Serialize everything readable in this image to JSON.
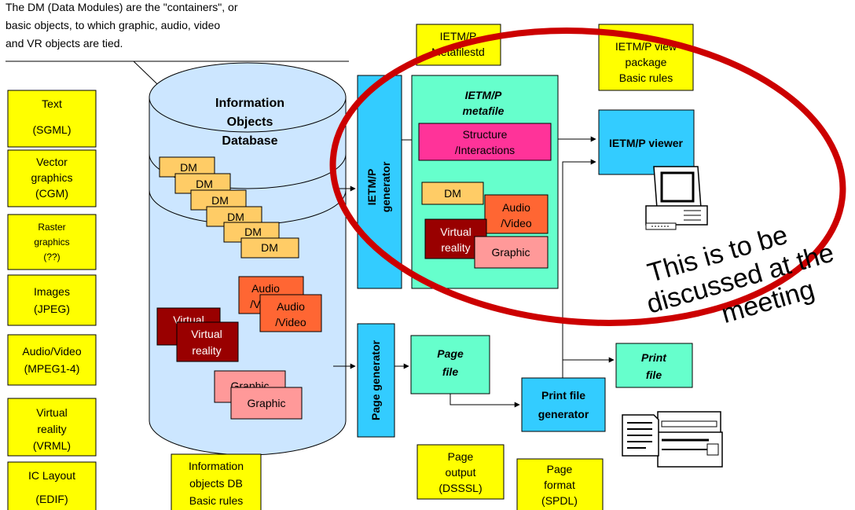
{
  "intro_note": {
    "lines": [
      "The DM (Data Modules) are the \"containers\", or",
      "basic objects, to which graphic, audio, video",
      "and VR objects are tied."
    ]
  },
  "source_boxes": [
    {
      "lines": [
        "Text",
        "(SGML)"
      ]
    },
    {
      "lines": [
        "Vector",
        "graphics",
        "(CGM)"
      ]
    },
    {
      "lines": [
        "Raster",
        "graphics",
        "(??)"
      ]
    },
    {
      "lines": [
        "Images",
        "(JPEG)"
      ]
    },
    {
      "lines": [
        "Audio/Video",
        "(MPEG1-4)"
      ]
    },
    {
      "lines": [
        "Virtual",
        "reality",
        "(VRML)"
      ]
    },
    {
      "lines": [
        "IC Layout",
        "(EDIF)"
      ]
    }
  ],
  "database": {
    "title": [
      "Information",
      "Objects",
      "Database"
    ],
    "dm_label": "DM",
    "audio_video": [
      "Audio",
      "/Video"
    ],
    "virtual_reality": [
      "Virtual",
      "reality"
    ],
    "graphic": "Graphic",
    "rules": [
      "Information",
      "objects DB",
      "Basic rules"
    ]
  },
  "ietm": {
    "metafilestd": [
      "IETM/P",
      "Metafilestd"
    ],
    "view_package": [
      "IETM/P view",
      "package",
      "Basic rules"
    ],
    "generator": [
      "IETM/P",
      "generator"
    ],
    "metafile_title": [
      "IETM/P",
      "metafile"
    ],
    "structure": [
      "Structure",
      "/Interactions"
    ],
    "dm": "DM",
    "audio_video": [
      "Audio",
      "/Video"
    ],
    "virtual_reality": [
      "Virtual",
      "reality"
    ],
    "graphic": "Graphic",
    "viewer": "IETM/P viewer"
  },
  "print": {
    "page_generator": "Page generator",
    "page_file": [
      "Page",
      "file"
    ],
    "print_file_generator": [
      "Print file",
      "generator"
    ],
    "print_file": [
      "Print",
      "file"
    ],
    "page_output": [
      "Page",
      "output",
      "(DSSSL)"
    ],
    "page_format": [
      "Page",
      "format",
      "(SPDL)"
    ]
  },
  "annotation": {
    "lines": [
      "This is to be",
      "discussed at the",
      "meeting"
    ]
  },
  "colors": {
    "yellow": "#ffff00",
    "cyan": "#33ccff",
    "aqua": "#66ffcc",
    "light_blue": "#cce6ff",
    "dm_orange": "#ffcc66",
    "av_orange": "#ff6633",
    "vr_red": "#990000",
    "graphic_pink": "#ff9999",
    "magenta": "#ff3399",
    "ring_red": "#cc0000"
  }
}
